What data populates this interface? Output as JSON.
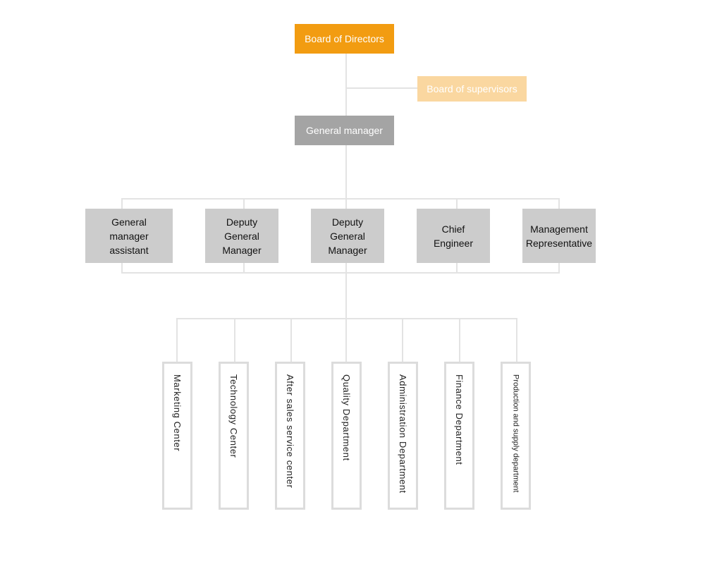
{
  "chart": {
    "board": "Board of Directors",
    "supervisors": "Board of supervisors",
    "general_manager": "General manager",
    "managers": [
      "General\nmanager\nassistant",
      "Deputy\nGeneral\nManager",
      "Deputy\nGeneral\nManager",
      "Chief\nEngineer",
      "Management\nRepresentative"
    ],
    "departments": [
      "Marketing Center",
      "Technology Center",
      "After sales service center",
      "Quality Department",
      "Administration Department",
      "Finance Department",
      "Production and supply department"
    ]
  },
  "colors": {
    "board": "#f29c11",
    "supervisors": "#fad7a0",
    "general_manager": "#a4a4a4",
    "managers": "#cccccc",
    "connectors": "#e3e3e3"
  }
}
